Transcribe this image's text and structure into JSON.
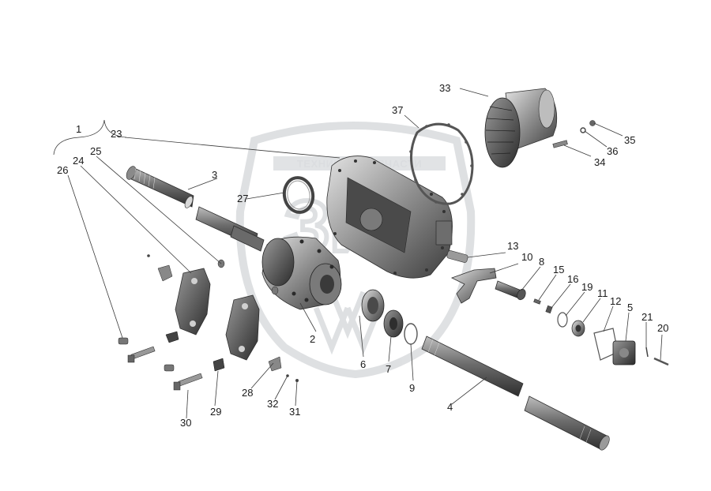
{
  "watermark": {
    "text": "ТЕХНИКА И ЗАПЧАСТИ",
    "logo_letters": "ЗИП",
    "color": "#c4c8cc"
  },
  "colors": {
    "part_dark": "#5a5a5a",
    "part_mid": "#9a9a9a",
    "part_light": "#d4d4d4",
    "line": "#3a3a3a"
  },
  "labels": [
    "1",
    "2",
    "3",
    "4",
    "5",
    "6",
    "7",
    "8",
    "9",
    "10",
    "11",
    "12",
    "13",
    "15",
    "16",
    "19",
    "20",
    "21",
    "23",
    "24",
    "25",
    "26",
    "27",
    "28",
    "29",
    "30",
    "31",
    "32",
    "33",
    "34",
    "35",
    "36",
    "37"
  ]
}
